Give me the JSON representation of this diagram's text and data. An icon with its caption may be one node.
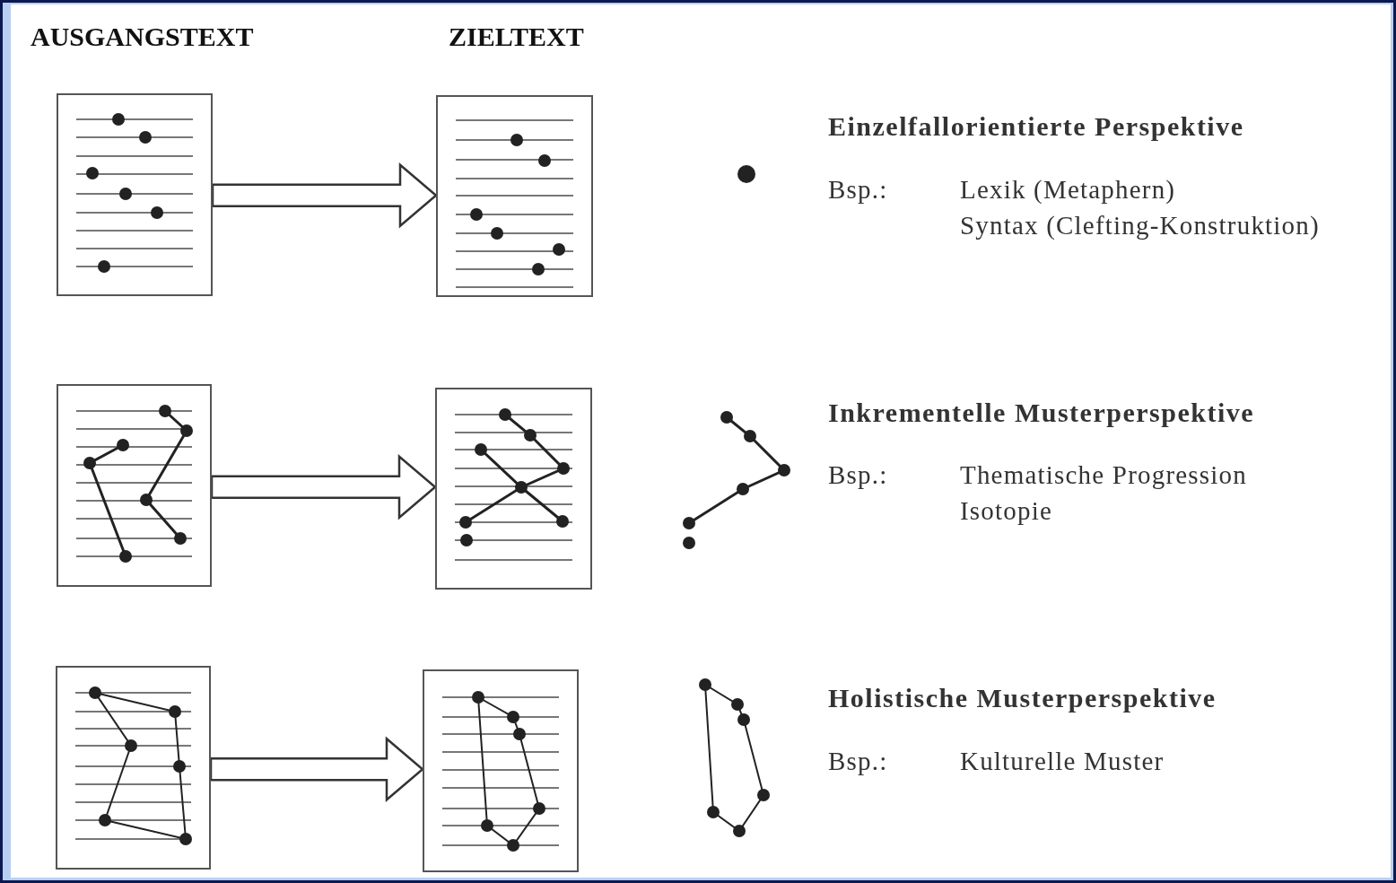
{
  "diagram": {
    "nodes": [
      {
        "text": [],
        "shape": "box"
      },
      {
        "text": [],
        "shape": "box"
      },
      {
        "text": [],
        "shape": "box"
      },
      {
        "text": [],
        "shape": "box"
      },
      {
        "text": [],
        "shape": "box"
      },
      {
        "text": [],
        "shape": "box"
      }
    ],
    "edges": [
      {
        "from": 0,
        "to": 1,
        "arrow": "to"
      },
      {
        "from": 2,
        "to": 3,
        "arrow": "to"
      },
      {
        "from": 4,
        "to": 5,
        "arrow": "to"
      }
    ],
    "labels": [
      "AUSGANGSTEXT",
      "ZIELTEXT",
      "Einzelfallorientierte Perspektive",
      "Bsp.:",
      "Lexik (Metaphern)",
      "Syntax (Clefting-Konstruktion)",
      "Inkrementelle Musterperspektive",
      "Bsp.:",
      "Thematische Progression",
      "Isotopie",
      "Holistische Musterperspektive",
      "Bsp.:",
      "Kulturelle Muster"
    ]
  }
}
